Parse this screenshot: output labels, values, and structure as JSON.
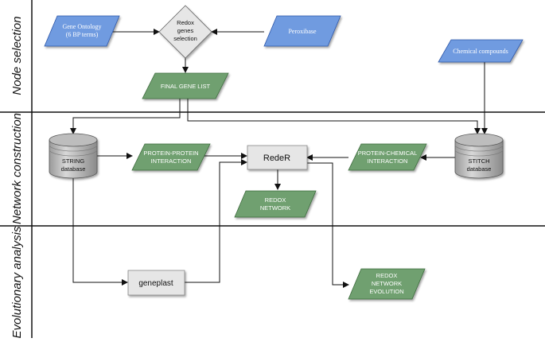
{
  "lanes": {
    "node_selection": "Node selection",
    "network_construction": "Network construction",
    "evolutionary_analysis": "Evolutionary analysis"
  },
  "nodes": {
    "gene_ontology": [
      "Gene Ontology",
      "(6 BP terms)"
    ],
    "redox_selection": [
      "Redox",
      "genes",
      "selection"
    ],
    "peroxibase": "Peroxibase",
    "final_gene_list": "FINAL  GENE LIST",
    "chemical_compounds": "Chemical compounds",
    "string_db": [
      "STRING",
      "database"
    ],
    "ppi": [
      "PROTEIN-PROTEIN",
      "INTERACTION"
    ],
    "reder": "RedeR",
    "pci": [
      "PROTEIN-CHEMICAL",
      "INTERACTION"
    ],
    "stitch_db": [
      "STITCH",
      "database"
    ],
    "redox_network": [
      "REDOX",
      "NETWORK"
    ],
    "geneplast": "geneplast",
    "redox_network_evolution": [
      "REDOX",
      "NETWORK",
      "EVOLUTION"
    ]
  },
  "colors": {
    "blue_fill": "#6f9be0",
    "green_fill": "#6fa06f",
    "grey_fill": "#e6e6e6",
    "line": "#111111"
  }
}
